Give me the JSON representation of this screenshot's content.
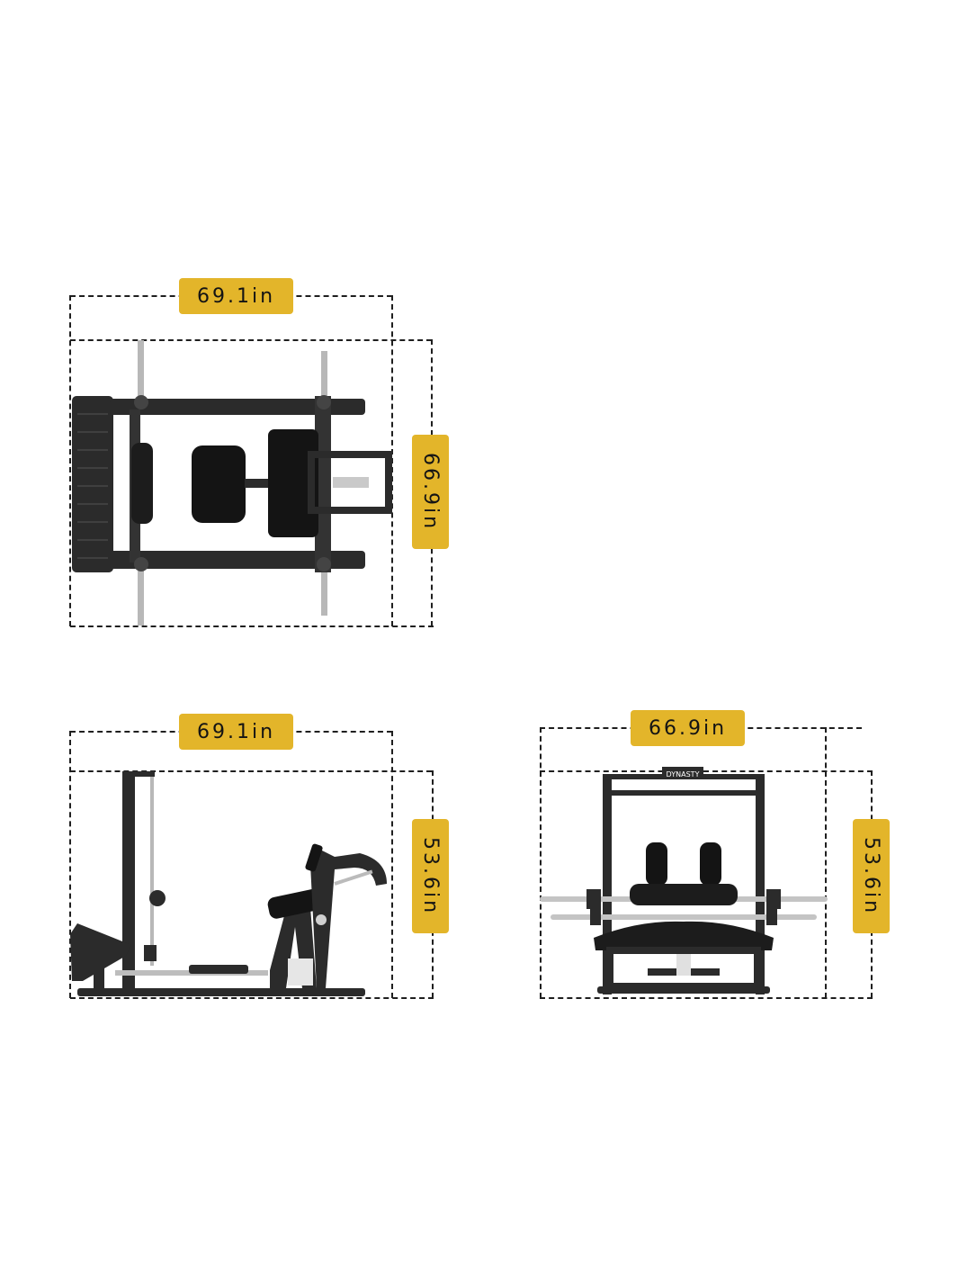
{
  "top_view": {
    "width_label": "69.1in",
    "depth_label": "66.9in"
  },
  "side_view": {
    "length_label": "69.1in",
    "height_label": "53.6in"
  },
  "front_view": {
    "width_label": "66.9in",
    "height_label": "53.6in",
    "brand_text": "DYNASTY"
  },
  "colors": {
    "badge": "#e3b52a",
    "frame": "#2b2b2b",
    "line": "#1f1f1f"
  }
}
